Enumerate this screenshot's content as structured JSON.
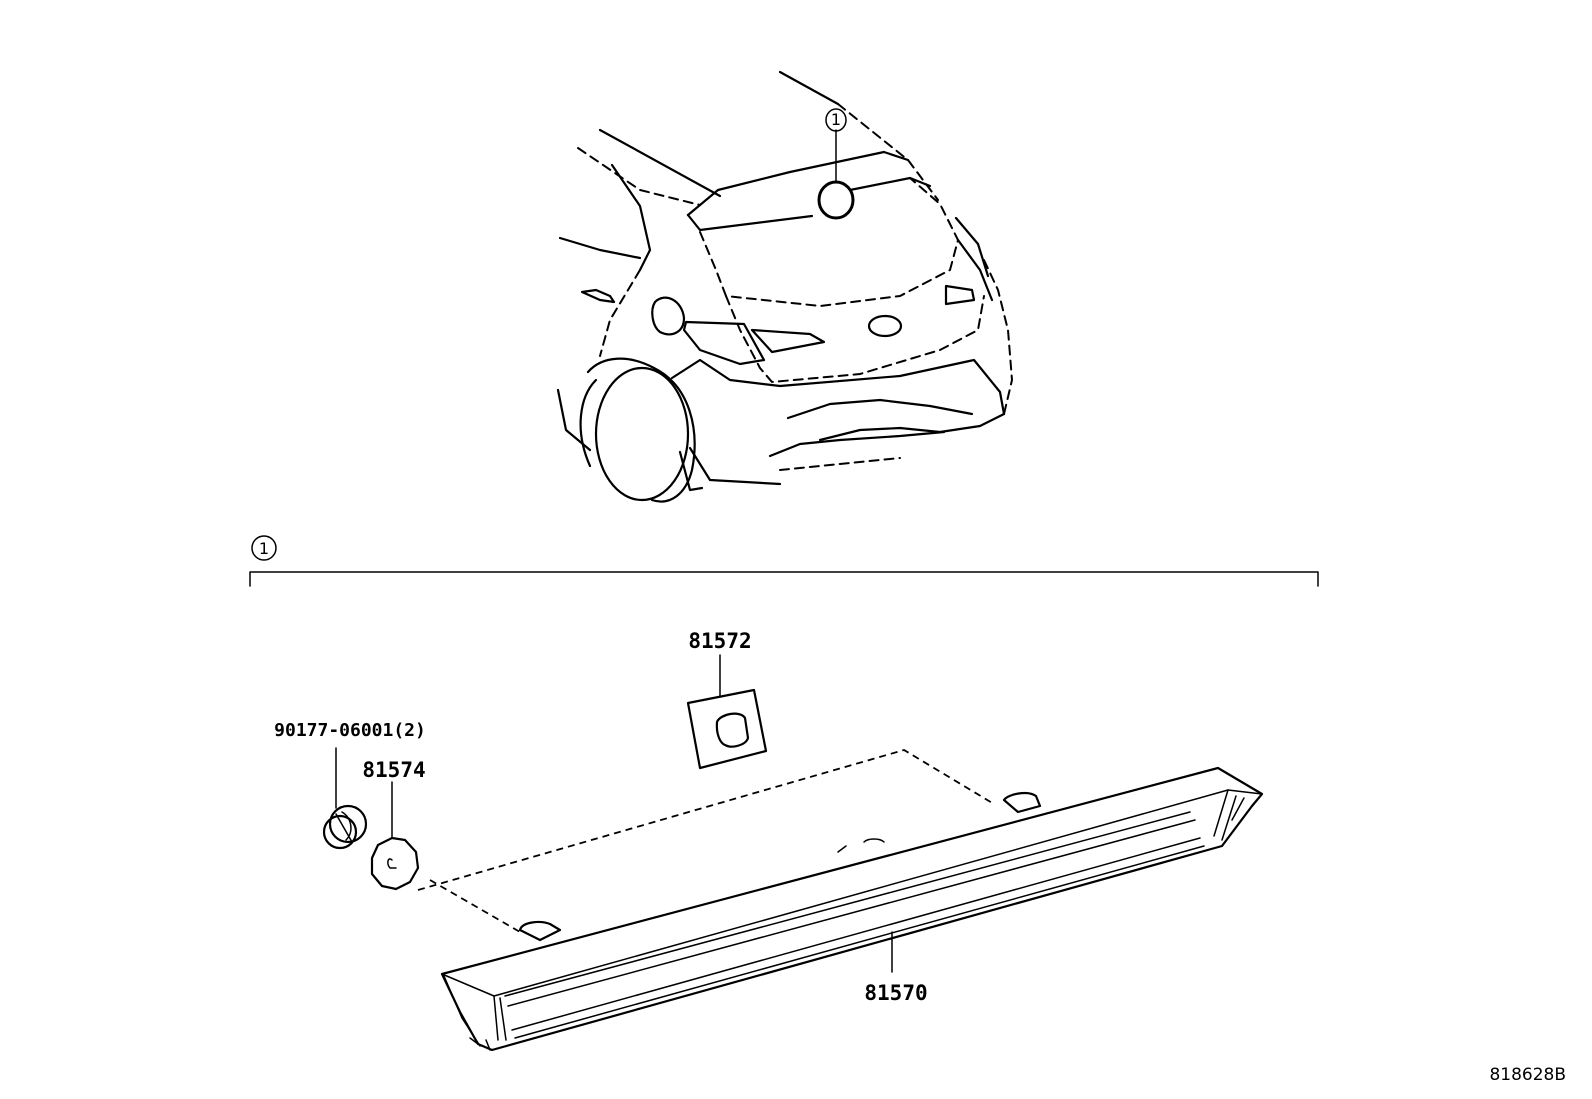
{
  "callouts": {
    "vehicle_ref": "1",
    "group_ref": "1"
  },
  "parts": {
    "gasket": "81572",
    "nut": "90177-06001(2)",
    "seal": "81574",
    "lamp": "81570"
  },
  "drawing_code": "818628B"
}
